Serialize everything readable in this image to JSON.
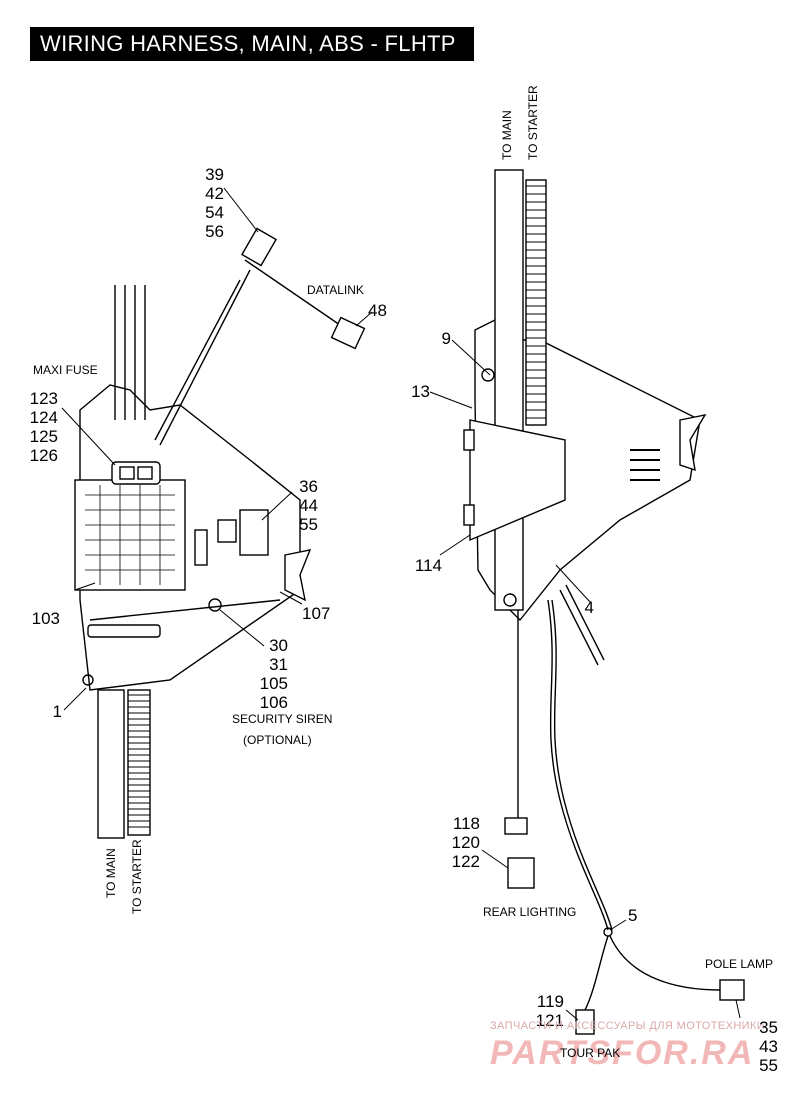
{
  "title": "WIRING HARNESS, MAIN, ABS - FLHTP",
  "left_view": {
    "callout_39": [
      "39",
      "42",
      "54",
      "56"
    ],
    "datalink_label": "DATALINK",
    "callout_48": "48",
    "maxi_fuse_label": "MAXI FUSE",
    "callout_123": [
      "123",
      "124",
      "125",
      "126"
    ],
    "callout_36": [
      "36",
      "44",
      "55"
    ],
    "callout_103": "103",
    "callout_107": "107",
    "callout_30": [
      "30",
      "31",
      "105",
      "106"
    ],
    "callout_1": "1",
    "security_siren_label": "SECURITY SIREN",
    "optional_label": "(OPTIONAL)",
    "to_main": "TO MAIN",
    "to_starter": "TO STARTER"
  },
  "right_view": {
    "to_main": "TO MAIN",
    "to_starter": "TO STARTER",
    "callout_9": "9",
    "callout_13": "13",
    "callout_114": "114",
    "callout_4": "4",
    "callout_118": [
      "118",
      "120",
      "122"
    ],
    "rear_lighting_label": "REAR LIGHTING",
    "callout_5": "5",
    "pole_lamp_label": "POLE LAMP",
    "callout_119": [
      "119",
      "121"
    ],
    "tour_pak_label": "TOUR PAK",
    "callout_35": [
      "35",
      "43",
      "55"
    ]
  },
  "watermark": {
    "line1": "ЗАПЧАСТИ И АКСЕССУАРЫ ДЛЯ МОТОТЕХНИКИ",
    "line2": "PARTSFOR.RA"
  }
}
